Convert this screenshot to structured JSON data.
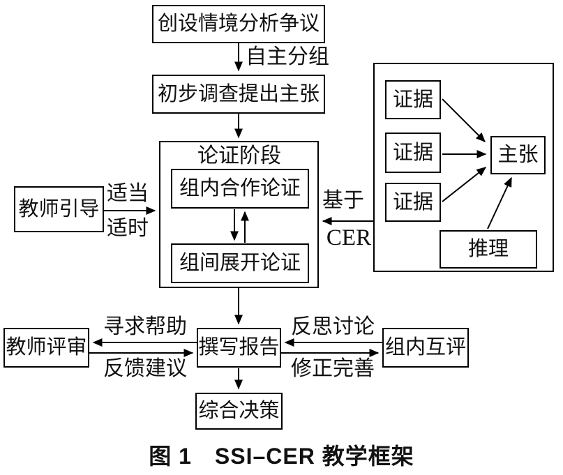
{
  "figure": {
    "caption": "图 1　SSI–CER 教学框架"
  },
  "nodes": {
    "create_context": "创设情境分析争议",
    "initial_survey": "初步调查提出主张",
    "argument_stage": "论证阶段",
    "intra_group": "组内合作论证",
    "inter_group": "组间展开论证",
    "teacher_guidance": "教师引导",
    "evidence": "证据",
    "claim": "主张",
    "reasoning": "推理",
    "teacher_review": "教师评审",
    "write_report": "撰写报告",
    "peer_review": "组内互评",
    "decision": "综合决策"
  },
  "edge_labels": {
    "self_grouping": "自主分组",
    "appropriate": "适当",
    "timely": "适时",
    "based_on": "基于",
    "cer": "CER",
    "seek_help": "寻求帮助",
    "feedback": "反馈建议",
    "reflect": "反思讨论",
    "revise": "修正完善"
  },
  "colors": {
    "line": "#000000",
    "background": "#ffffff",
    "text": "#111111"
  }
}
